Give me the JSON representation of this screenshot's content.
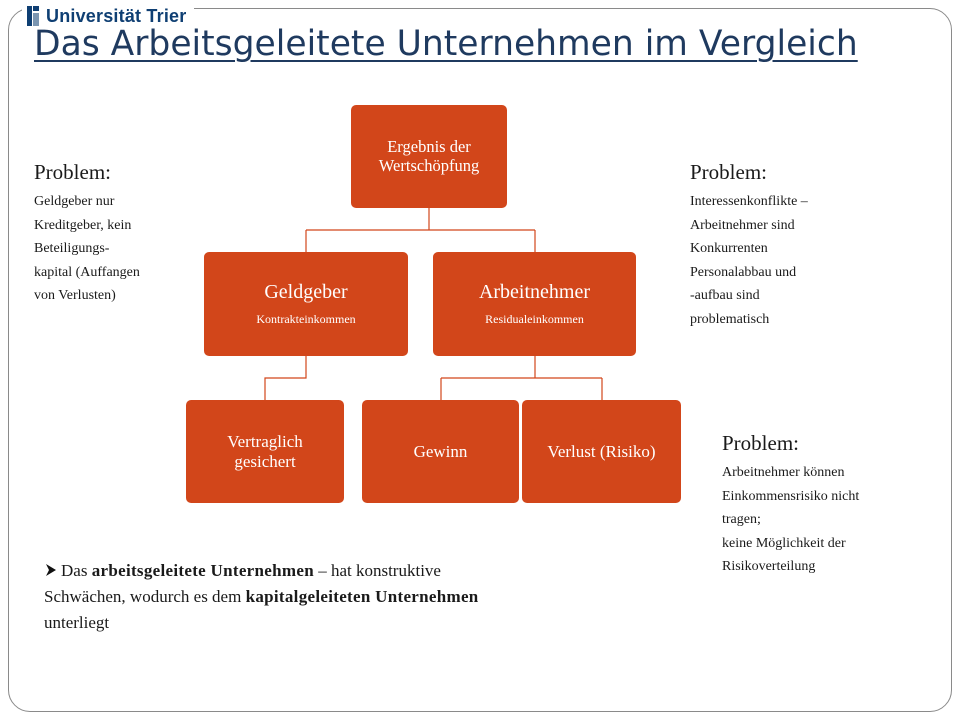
{
  "branding": {
    "logo_text": "Universität Trier",
    "color": "#0f3f73"
  },
  "slide": {
    "title": "Das Arbeitsgeleitete Unternehmen im Vergleich"
  },
  "diagram": {
    "node_color": "#d2461a",
    "root": {
      "label": "Ergebnis der Wertschöpfung"
    },
    "geldgeber": {
      "label": "Geldgeber",
      "sublabel": "Kontrakteinkommen"
    },
    "arbeitnehmer": {
      "label": "Arbeitnehmer",
      "sublabel": "Residualeinkommen"
    },
    "vertraglich": {
      "label": "Vertraglich gesichert"
    },
    "gewinn": {
      "label": "Gewinn"
    },
    "verlust": {
      "label": "Verlust (Risiko)"
    }
  },
  "problems": {
    "left": {
      "heading": "Problem:",
      "lines": [
        "Geldgeber nur",
        "Kreditgeber, kein",
        "Beteiligungs-",
        "kapital (Auffangen",
        "von Verlusten)"
      ]
    },
    "right_top": {
      "heading": "Problem:",
      "lines": [
        "Interessenkonflikte –",
        "Arbeitnehmer sind",
        "Konkurrenten",
        "Personalabbau und",
        "-aufbau sind",
        "problematisch"
      ]
    },
    "right_bottom": {
      "heading": "Problem:",
      "lines": [
        "Arbeitnehmer können",
        "Einkommensrisiko nicht",
        "tragen;",
        "keine Möglichkeit der",
        "Risikoverteilung"
      ]
    }
  },
  "conclusion": {
    "part1": "Das ",
    "bold1": "arbeitsgeleitete Unternehmen",
    "part2": " – hat konstruktive Schwächen, wodurch es dem ",
    "bold2": "kapitalgeleiteten Unternehmen",
    "part3": " unterliegt"
  }
}
